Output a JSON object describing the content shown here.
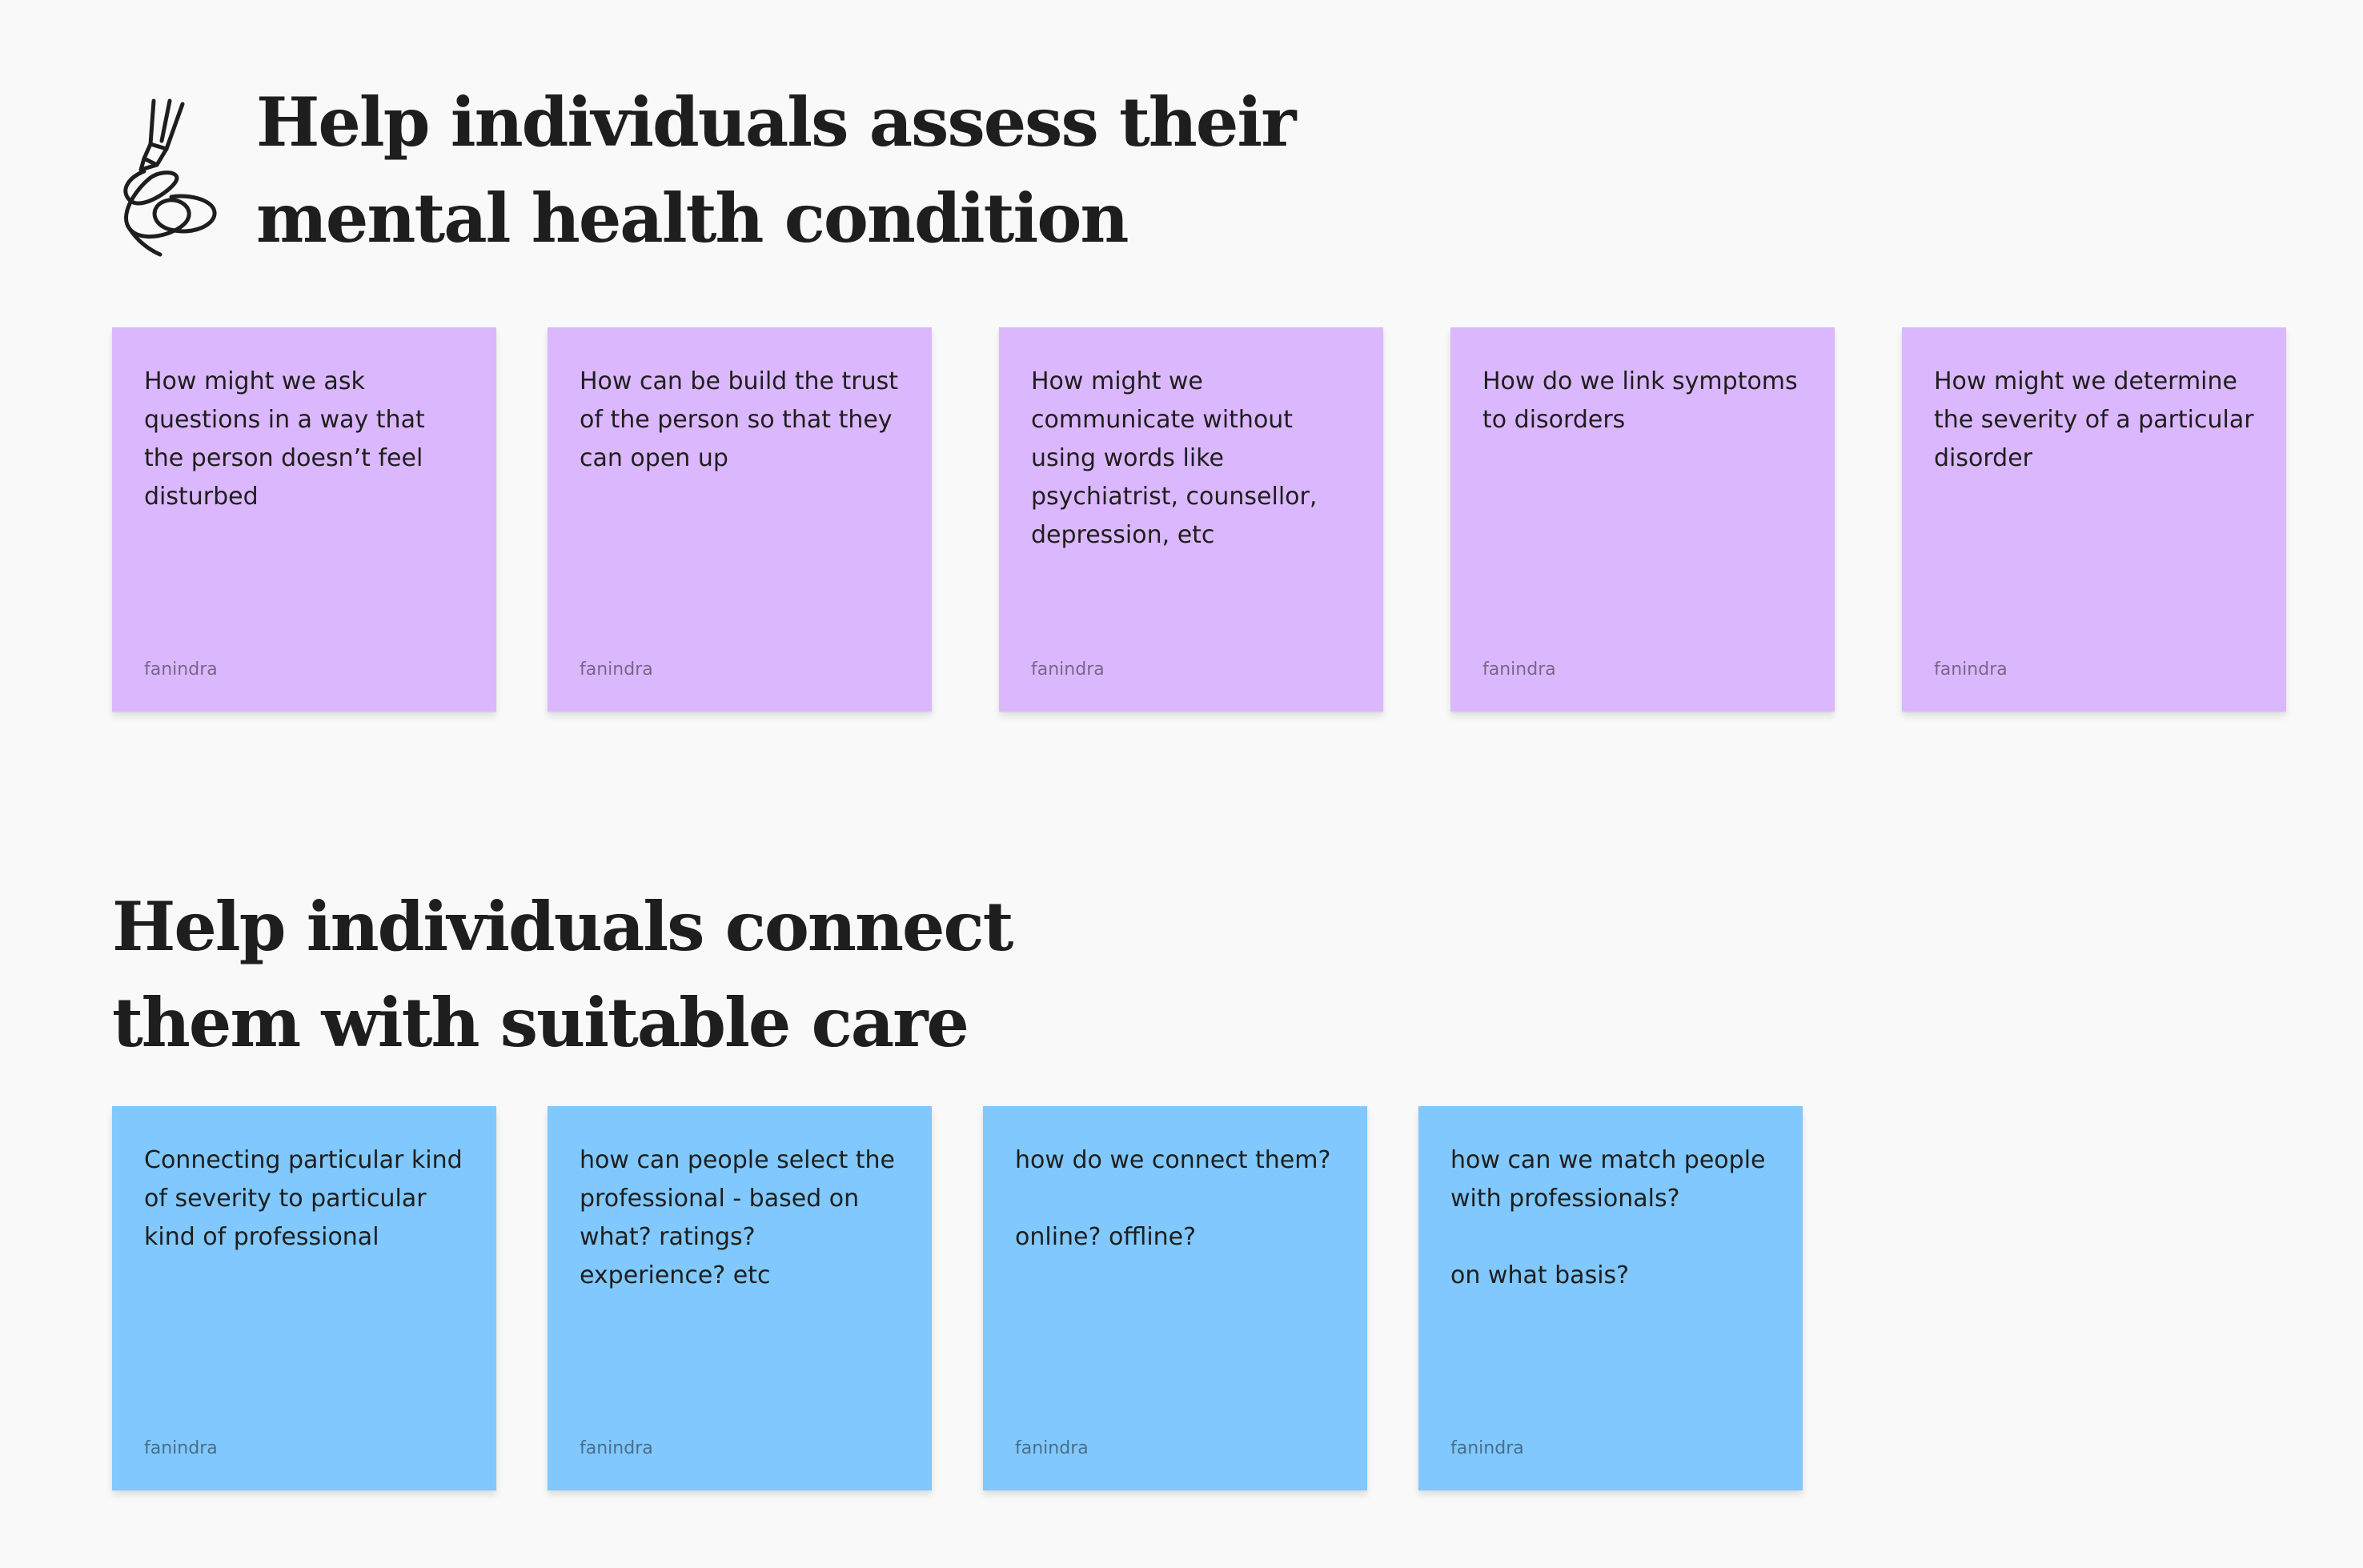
{
  "sections": [
    {
      "title": "Help individuals assess their mental health condition",
      "color": "#dbb8fd",
      "notes": [
        {
          "text": "How might we ask questions in a way that the person doesn’t feel disturbed",
          "author": "fanindra"
        },
        {
          "text": "How can be build the trust of the person so that they can open up",
          "author": "fanindra"
        },
        {
          "text": "How might we communicate without using words like psychiatrist, counsellor, depression, etc",
          "author": "fanindra"
        },
        {
          "text": "How do we link symptoms to disorders",
          "author": "fanindra"
        },
        {
          "text": "How might we determine the severity of a particular disorder",
          "author": "fanindra"
        }
      ]
    },
    {
      "title": "Help individuals connect them with suitable care",
      "color": "#80c8fd",
      "notes": [
        {
          "text": "Connecting particular kind of severity to particular kind of professional",
          "author": "fanindra"
        },
        {
          "text": "how can people select the professional - based on what? ratings? experience? etc",
          "author": "fanindra"
        },
        {
          "text": "how do we connect them?\n\nonline? offline?",
          "author": "fanindra"
        },
        {
          "text": "how can we match people with professionals?\n\non what basis?",
          "author": "fanindra"
        }
      ]
    }
  ],
  "icons": {
    "section_1": "pen-scribble-icon"
  }
}
